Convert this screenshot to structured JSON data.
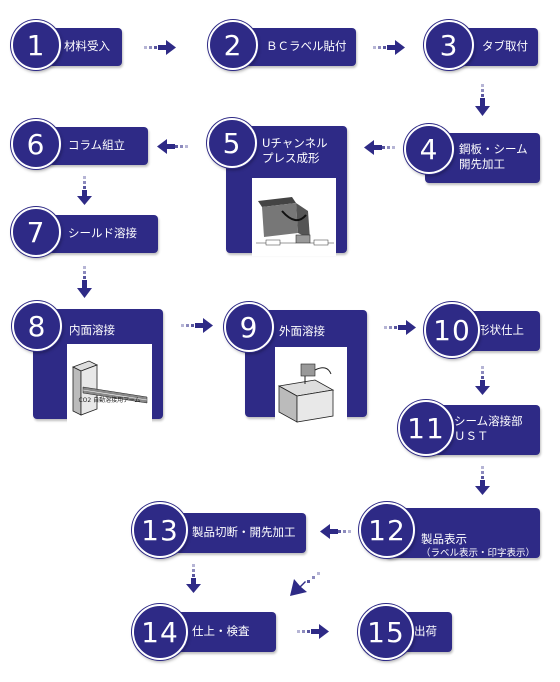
{
  "colors": {
    "primary": "#2e2a86",
    "arrow": "#2e2a86",
    "arrow_fade": "#9aa0d8"
  },
  "steps": [
    {
      "num": "1",
      "label": "材料受入"
    },
    {
      "num": "2",
      "label": "ＢＣラベル貼付"
    },
    {
      "num": "3",
      "label": "タブ取付"
    },
    {
      "num": "4",
      "label": "鋼板・シーム\n開先加工"
    },
    {
      "num": "5",
      "label": "Uチャンネル\nプレス成形"
    },
    {
      "num": "6",
      "label": "コラム組立"
    },
    {
      "num": "7",
      "label": "シールド溶接"
    },
    {
      "num": "8",
      "label": "内面溶接",
      "caption": "CO2 自動溶接用アーム"
    },
    {
      "num": "9",
      "label": "外面溶接"
    },
    {
      "num": "10",
      "label": "形状仕上"
    },
    {
      "num": "11",
      "label": "シーム溶接部\nＵＳＴ"
    },
    {
      "num": "12",
      "label": "製品表示",
      "sub": "（ラベル表示・印字表示）"
    },
    {
      "num": "13",
      "label": "製品切断・開先加工"
    },
    {
      "num": "14",
      "label": "仕上・検査"
    },
    {
      "num": "15",
      "label": "出荷"
    }
  ]
}
